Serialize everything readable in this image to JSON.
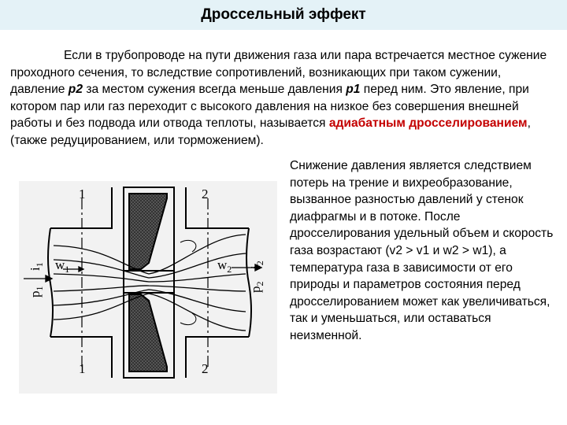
{
  "slide": {
    "title": "Дроссельный эффект",
    "paragraph_part1": "Если в трубопроводе на пути движения газа или пара встречается местное сужение проходного сечения, то вследствие сопротивлений, возникающих при таком сужении, давление ",
    "p2_label": "р2",
    "paragraph_part2": " за местом сужения всегда меньше давления ",
    "p1_label": "р1",
    "paragraph_part3": " перед ним. Это явление, при котором пар или газ переходит с высокого давления на низкое без совершения внешней работы и без подвода или отвода теплоты, называется ",
    "highlight": "адиабатным дросселированием",
    "paragraph_part4": ", (также редуцированием, или торможением).",
    "right_text": "Снижение давления является следствием потерь на трение и вихреобразование, вызванное разностью давлений у стенок диафрагмы и в потоке. После дросселирования удельный объем и скорость газа возрастают (v2 > v1 и w2 > w1), а температура газа в зависимости от его природы и параметров состояния перед дросселированием может как увеличиваться, так и уменьшаться, или оставаться неизменной."
  },
  "figure": {
    "section_1_top": "1",
    "section_1_bottom": "1",
    "section_2_top": "2",
    "section_2_bottom": "2",
    "w1": "w",
    "w1_sub": "1",
    "w2": "w",
    "w2_sub": "2",
    "p1": "p",
    "p1_sub": "1",
    "i1": "i",
    "i1_sub": "1",
    "p2": "p",
    "p2_sub": "2",
    "i2": "i",
    "i2_sub": "2"
  }
}
